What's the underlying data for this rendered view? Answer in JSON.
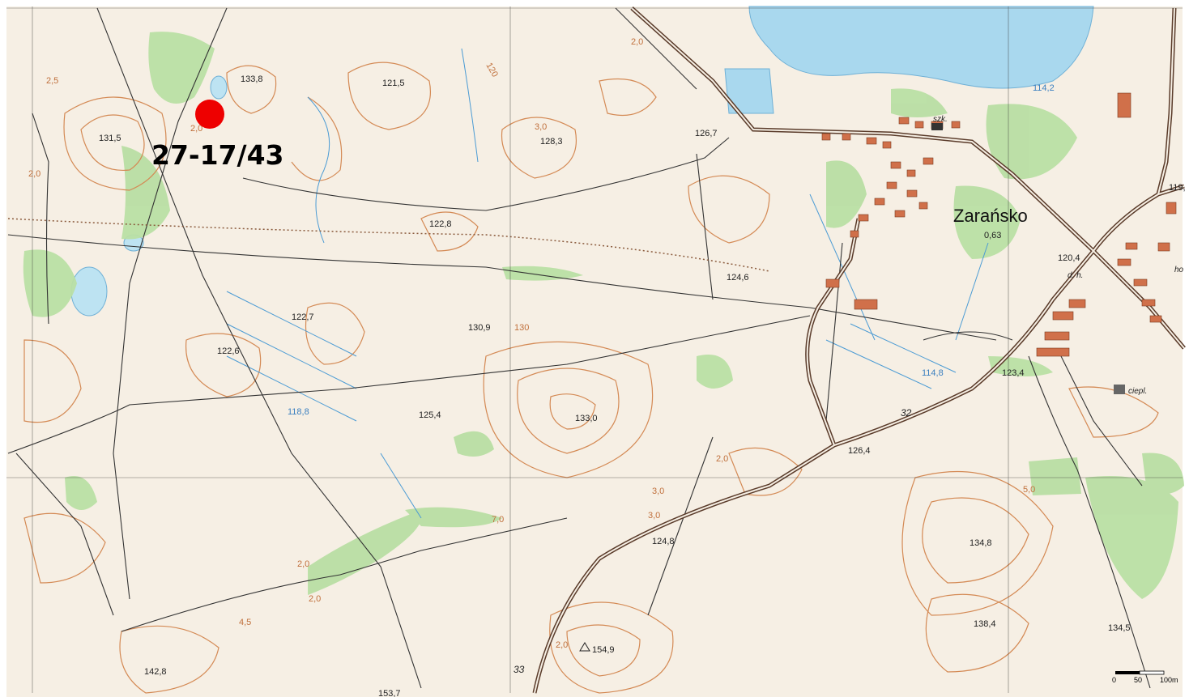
{
  "site": {
    "label": "27-17/43",
    "marker_color": "#ee0000"
  },
  "place": {
    "name": "Zarańsko",
    "value": "0,63"
  },
  "spot_heights": [
    "133,8",
    "121,5",
    "131,5",
    "128,3",
    "126,7",
    "122,8",
    "124,6",
    "122,7",
    "130,9",
    "122,6",
    "125,4",
    "133,0",
    "126,4",
    "123,4",
    "120,4",
    "124,8",
    "134,8",
    "138,4",
    "134,5",
    "154,9",
    "142,8",
    "153,7",
    "119,"
  ],
  "water_depths": [
    "114,2",
    "118,8",
    "114,8"
  ],
  "contour_labels": [
    "2,5",
    "2,0",
    "2,0",
    "120",
    "3,0",
    "2,0",
    "130",
    "3,0",
    "3,0",
    "7,0",
    "2,0",
    "2,0",
    "4,5",
    "2,0",
    "2,0",
    "5,0"
  ],
  "abbrev": [
    "szk.",
    "d. h.",
    "ciepl.",
    "ho"
  ],
  "road_numbers": [
    "32",
    "33"
  ],
  "scale": {
    "zero": "0",
    "mid": "50",
    "end": "100m"
  },
  "colors": {
    "paper": "#f6efe4",
    "contour": "#d48a55",
    "forest": "#b9dfa4",
    "water": "#a9d8ee",
    "roads": "#5a3b2a",
    "grid": "#333333"
  }
}
